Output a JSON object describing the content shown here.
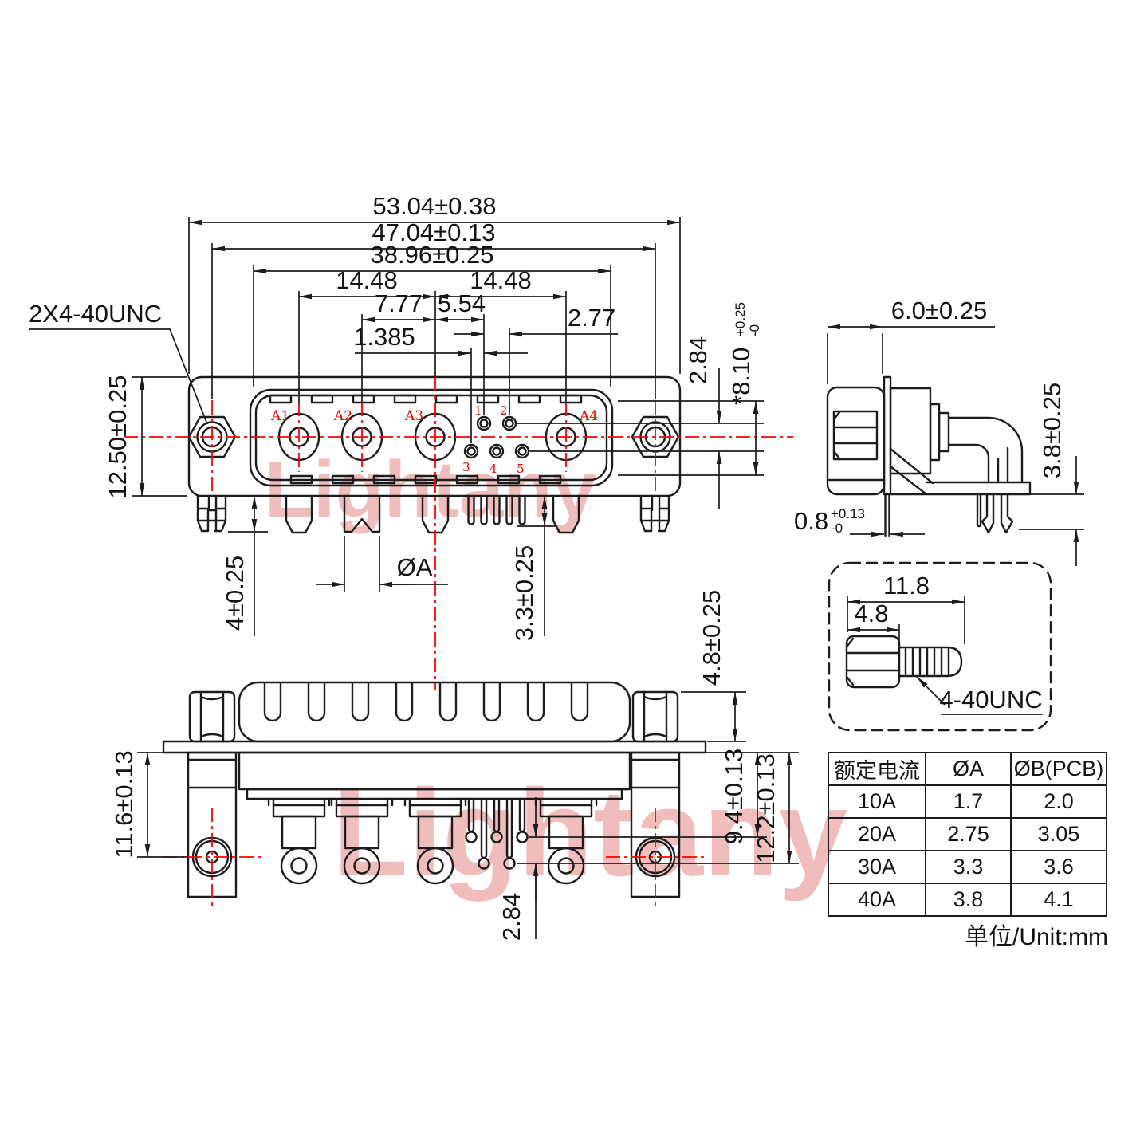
{
  "watermark": {
    "text": "Lightany",
    "color": "#f0bcbc"
  },
  "colors": {
    "line": "#1c1c1c",
    "centerline": "#ff0000"
  },
  "front_view": {
    "callout_jackscrew": "2X4-40UNC",
    "dims": {
      "overall_width": "53.04±0.38",
      "mount_hole_span": "47.04±0.13",
      "shell_width": "38.96±0.25",
      "span_left": "14.48",
      "span_right": "14.48",
      "a2_to_center": "7.77",
      "center_to_pin": "5.54",
      "pin_pitch": "2.77",
      "row_offset": "1.385",
      "row_gap": "2.84",
      "window_height_main": "*8.10",
      "window_height_tol_plus": "+0.25",
      "window_height_tol_minus": "-0",
      "body_height": "12.50±0.25",
      "peg_standoff": "4±0.25",
      "contact_dia": "ØA",
      "pin_standoff": "3.3±0.25"
    },
    "contact_labels": [
      "A1",
      "A2",
      "A3",
      "A4"
    ],
    "pin_labels": [
      "1",
      "2",
      "3",
      "4",
      "5"
    ]
  },
  "side_view": {
    "dims": {
      "front_depth": "6.0±0.25",
      "pcb_standoff": "3.8±0.25",
      "flange_thickness_main": "0.8",
      "flange_tol_plus": "+0.13",
      "flange_tol_minus": "-0"
    }
  },
  "bottom_view": {
    "dims": {
      "bracket_hole_offset": "11.6±0.13",
      "nut_height": "4.8±0.25",
      "short_pin_length": "9.4±0.13",
      "long_pin_length": "12.2±0.13",
      "pin_tip_gap": "2.84"
    }
  },
  "screw_detail": {
    "dims": {
      "total_length": "11.8",
      "head_length": "4.8"
    },
    "thread_label": "4-40UNC"
  },
  "spec_table": {
    "headers": [
      "额定电流",
      "ØA",
      "ØB(PCB)"
    ],
    "rows": [
      [
        "10A",
        "1.7",
        "2.0"
      ],
      [
        "20A",
        "2.75",
        "3.05"
      ],
      [
        "30A",
        "3.3",
        "3.6"
      ],
      [
        "40A",
        "3.8",
        "4.1"
      ]
    ],
    "unit_note": "单位/Unit:mm"
  }
}
